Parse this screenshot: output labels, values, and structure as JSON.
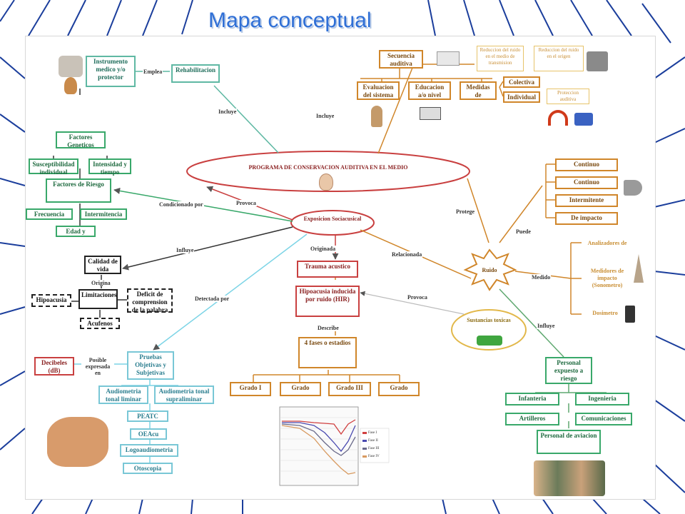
{
  "title": "Mapa conceptual",
  "center_node": "PROGRAMA DE CONSERVACION AUDITIVA EN EL MEDIO",
  "exposure_node": "Exposicion Sociacusical",
  "noise_node": "Ruido",
  "toxic_node": "Sustancias toxicas",
  "top_left": {
    "devices": "Instrumento medico y/o protector",
    "rehab": "Rehabilitacion",
    "label_emplea": "Emplea",
    "label_incluye": "Incluye"
  },
  "top_right": {
    "label_incluye": "Incluye",
    "secuencia": "Secuencia auditiva",
    "evaluacion": "Evaluacion del sistema",
    "educacion": "Educacion a/o nivel",
    "medidas": "Medidas de",
    "colectiva": "Colectiva",
    "individual": "Individual",
    "note1": "Reduccion del ruido en el medio de transmision",
    "note2": "Reduccion del ruido en el origen",
    "note3": "Proteccion auditiva"
  },
  "risk": {
    "genetic": "Factores Geneticos",
    "susceptibility": "Susceptibilidad individual",
    "intensity": "Intensidad y tiempo",
    "factors": "Factores de Riesgo",
    "frequency": "Frecuencia",
    "intermittency": "Intermitencia",
    "age": "Edad y",
    "label": "Condicionado por",
    "provoca": "Provoca"
  },
  "quality": {
    "label_influye": "Influye",
    "quality_life": "Calidad de vida",
    "origina": "Origina",
    "limitation": "Limitaciones",
    "hypoacusis": "Hipoacusia",
    "deficit": "Deficit de comprension de la palabra",
    "tinnitus": "Acufenos"
  },
  "middle": {
    "originada": "Originada",
    "trauma": "Trauma acustico",
    "relacionada": "Relacionada",
    "hearing_loss": "Hipoacusia inducida por ruido (HIR)",
    "provoca": "Provoca",
    "describe": "Describe",
    "phases": "4 fases o estadios",
    "grades": [
      "Grado I",
      "Grado",
      "Grado III",
      "Grado"
    ]
  },
  "tests": {
    "detectada": "Detectada por",
    "pruebas": "Pruebas Objetivas y Subjetivas",
    "decibels": "Decibeles (dB)",
    "posible": "Posible expresada en",
    "audio1": "Audiometria tonal liminar",
    "audio2": "Audiometria tonal supraliminar",
    "peatc": "PEATC",
    "otoemisiones": "OEAcu",
    "logo": "Logoaudiometria",
    "otoscopia": "Otoscopia"
  },
  "noise": {
    "protege": "Protege",
    "puede": "Puede",
    "kinds": [
      "Continuo",
      "Continuo",
      "Intermitente",
      "De impacto"
    ],
    "medido": "Medido",
    "analizadores": "Analizadores de",
    "medidores": "Medidores de impacto (Sonometro)",
    "dosimetro": "Dosimetro",
    "influye": "Influye",
    "exposed": "Personal expuesto a riesgo",
    "workers": [
      "Infanteria",
      "Ingenieria",
      "Artilleros",
      "Comunicaciones"
    ],
    "aviation": "Personal de aviacion"
  },
  "chart_data": {
    "type": "line",
    "legend": [
      "Fase I",
      "Fase II",
      "Fase III",
      "Fase IV"
    ],
    "colors": [
      "#d04040",
      "#4a4ab0",
      "#6a6a8a",
      "#d89a60"
    ]
  },
  "colors": {
    "title": "#2f6fd6",
    "frame_lines": "#1b3e9c"
  }
}
